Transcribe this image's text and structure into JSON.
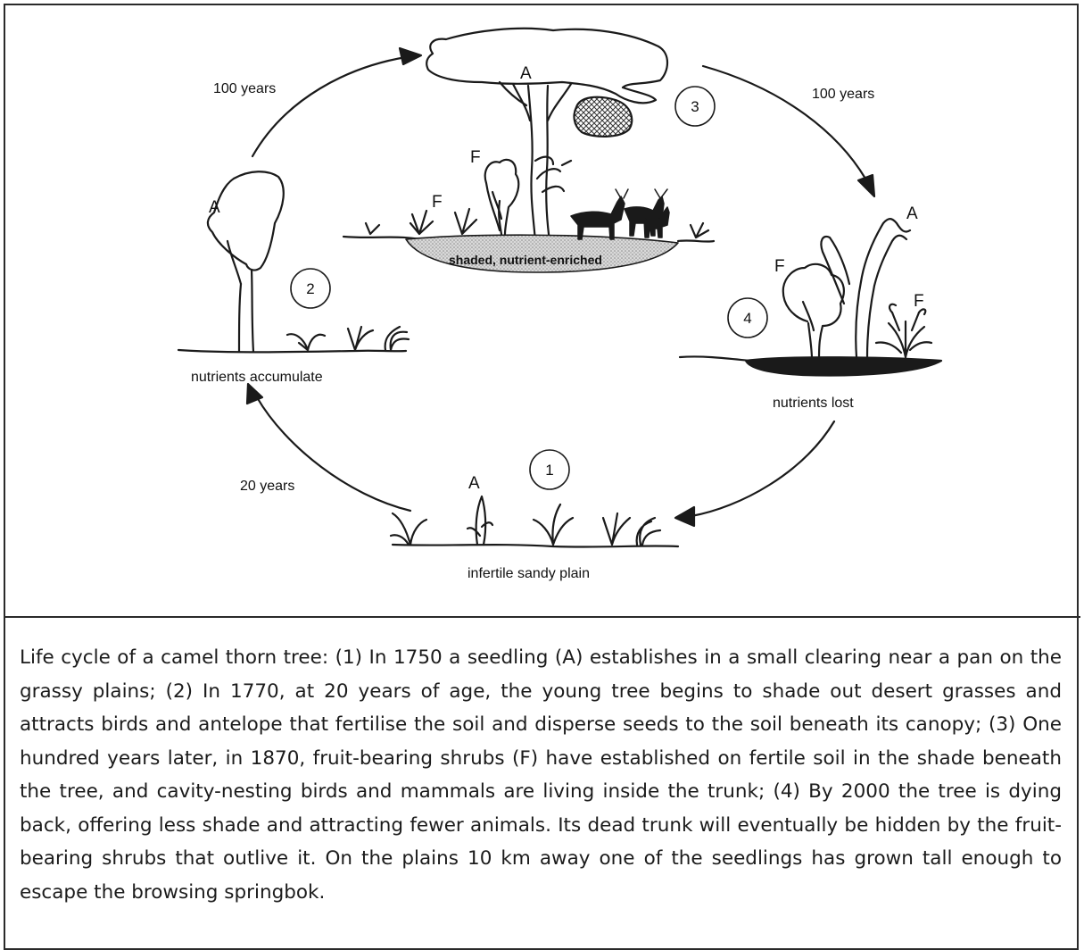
{
  "diagram": {
    "stages": [
      {
        "number": "1",
        "label": "infertile sandy plain"
      },
      {
        "number": "2",
        "label": "nutrients accumulate"
      },
      {
        "number": "3",
        "label": "shaded, nutrient-enriched"
      },
      {
        "number": "4",
        "label": "nutrients lost"
      }
    ],
    "transitions": [
      {
        "from": "1",
        "to": "2",
        "duration": "20 years"
      },
      {
        "from": "2",
        "to": "3",
        "duration": "100 years"
      },
      {
        "from": "3",
        "to": "4",
        "duration": "100 years"
      }
    ],
    "markers": {
      "tree": "A",
      "fruit_shrub": "F"
    },
    "colors": {
      "line": "#1a1a1a",
      "shaded_soil": "#c8c8c8",
      "nutrient_lost_soil": "#1a1a1a",
      "nest": "#6a6a6a"
    }
  },
  "caption": "Life cycle of a camel thorn tree: (1) In 1750 a seedling (A) establishes in a small clearing near a pan on the grassy plains; (2) In 1770, at 20 years of age, the young tree begins to shade out desert grasses and attracts birds and antelope that fertilise the soil and disperse seeds to the soil beneath its canopy; (3) One hundred years later, in 1870, fruit-bearing shrubs (F) have established on fertile soil in the shade beneath the tree, and cavity-nesting birds and mammals are living inside the trunk; (4) By 2000 the tree is dying back, offering less shade and attracting fewer animals. Its dead trunk will eventually be hidden by the fruit-bearing shrubs that outlive it. On the plains 10 km away one of the seedlings has grown tall enough to escape the browsing springbok."
}
